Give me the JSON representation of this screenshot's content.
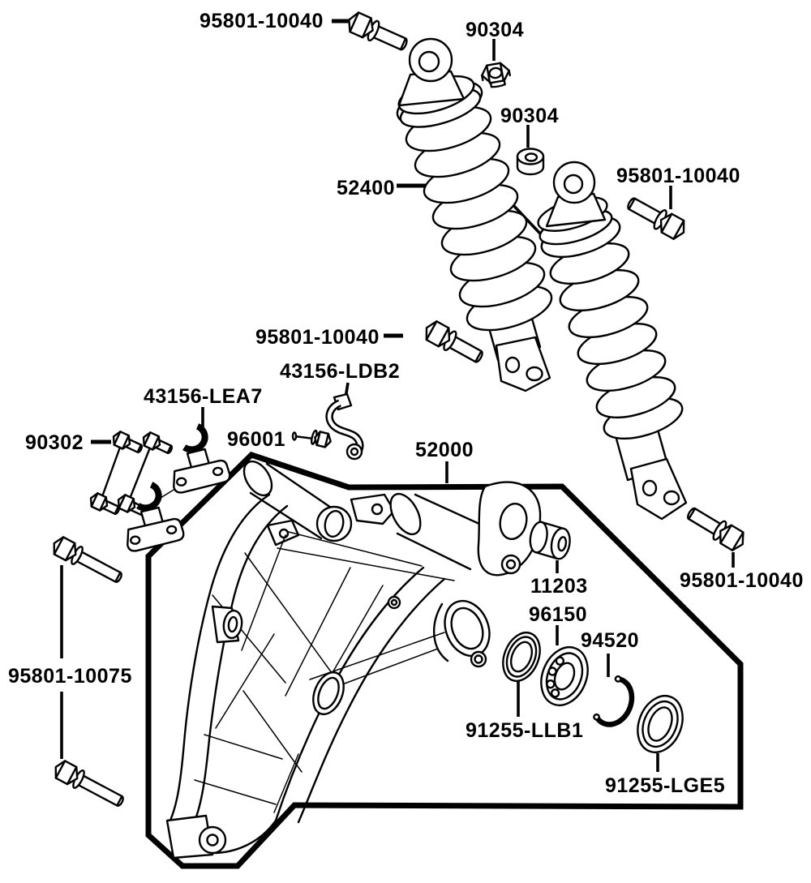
{
  "colors": {
    "background": "#ffffff",
    "line": "#000000"
  },
  "labels": {
    "bolt_upper_left": "95801-10040",
    "nut_upper": "90304",
    "nut_lower": "90304",
    "shock_absorber": "52400",
    "bolt_upper_right": "95801-10040",
    "bolt_middle": "95801-10040",
    "cable_guide": "43156-LDB2",
    "hanger_bracket": "43156-LEA7",
    "link_bolt": "90302",
    "bolt_small": "96001",
    "swing_arm": "52000",
    "bushing": "11203",
    "bearing": "96150",
    "circlip": "94520",
    "bolt_lower_right": "95801-10040",
    "oil_seal_inner": "91255-LLB1",
    "oil_seal_outer": "91255-LGE5",
    "bolt_long": "95801-10075"
  }
}
